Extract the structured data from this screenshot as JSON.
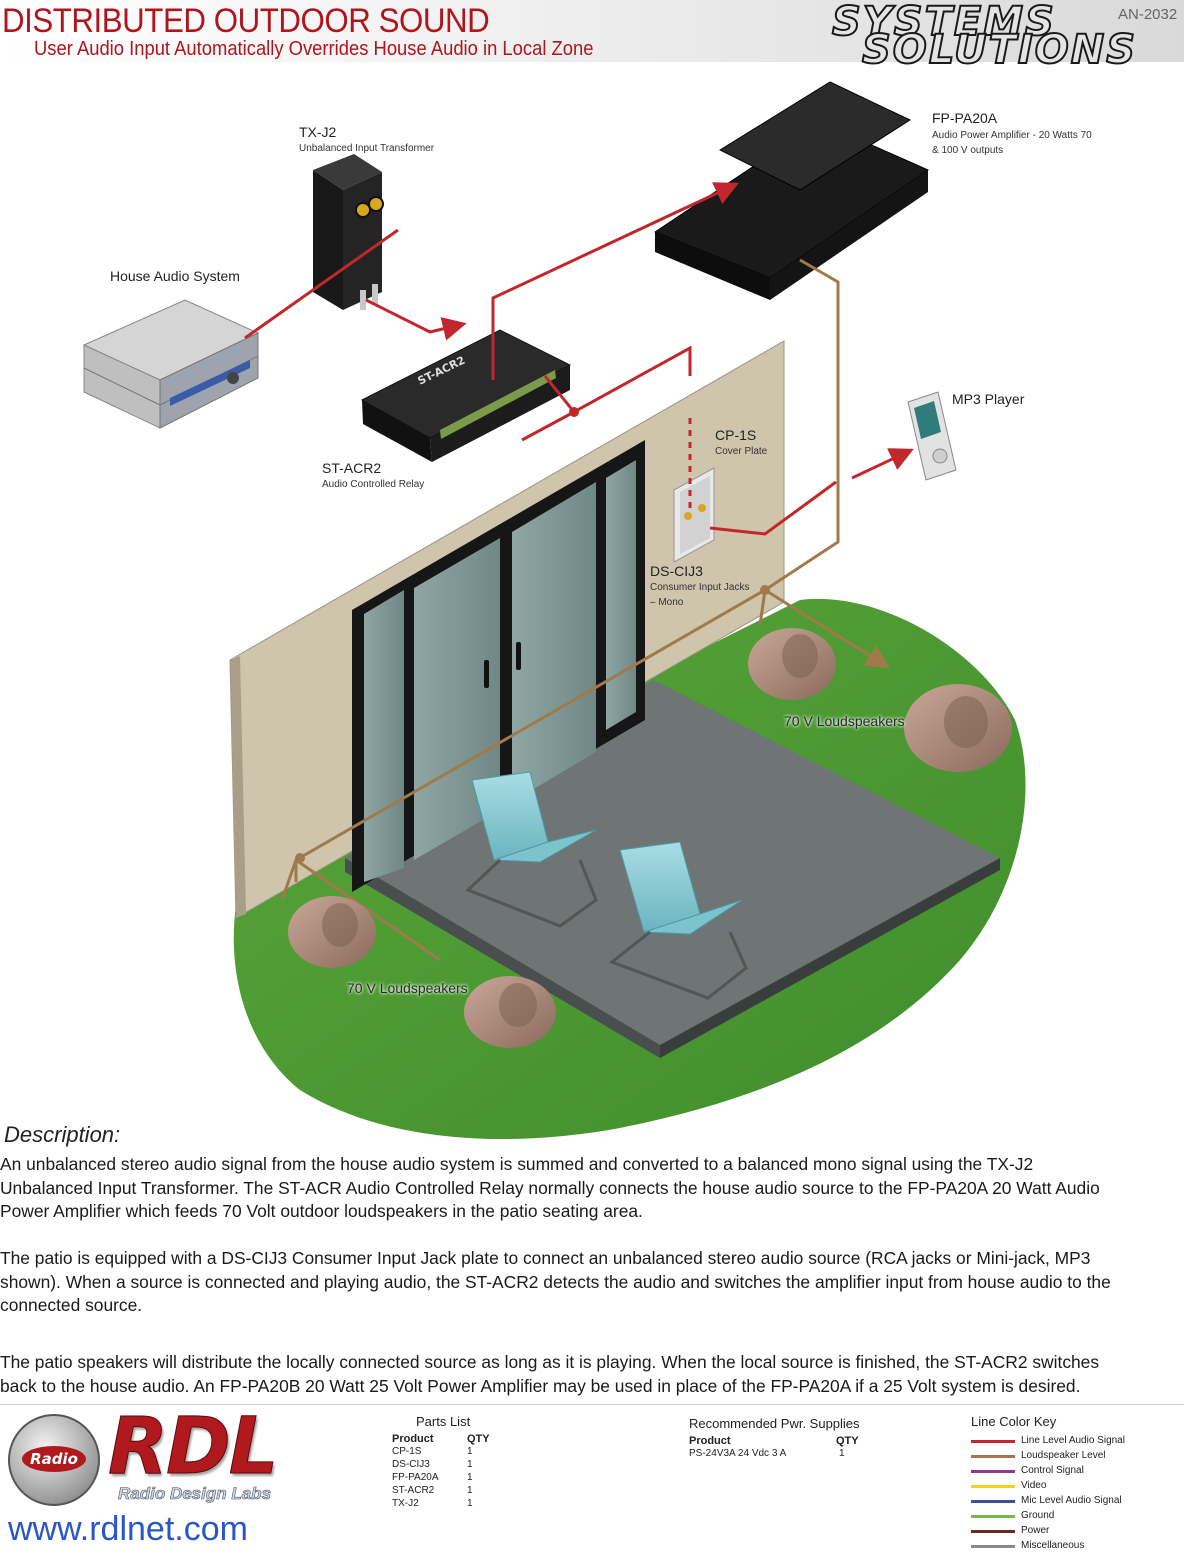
{
  "header": {
    "title": "DISTRIBUTED OUTDOOR SOUND",
    "subtitle": "User Audio Input Automatically Overrides House Audio in Local Zone",
    "doc_number": "AN-2032",
    "brand_line1": "SYSTEMS",
    "brand_line2": "SOLUTIONS"
  },
  "diagram": {
    "tx_j2": {
      "name": "TX-J2",
      "desc": "Unbalanced Input Transformer"
    },
    "fp_pa20a": {
      "name": "FP-PA20A",
      "desc_line1": "Audio Power Amplifier - 20 Watts 70",
      "desc_line2": "& 100 V outputs"
    },
    "house_audio": {
      "name": "House Audio System"
    },
    "st_acr2": {
      "name": "ST-ACR2",
      "desc": "Audio Controlled Relay"
    },
    "mp3": {
      "name": "MP3 Player"
    },
    "cp_1s": {
      "name": "CP-1S",
      "desc": "Cover Plate"
    },
    "ds_cij3": {
      "name": "DS-CIJ3",
      "desc_line1": "Consumer Input Jacks",
      "desc_line2": "– Mono"
    },
    "speakers_right": "70 V Loudspeakers",
    "speakers_left": "70 V Loudspeakers"
  },
  "description": {
    "heading": "Description:",
    "p1_lines": [
      "An unbalanced stereo audio signal from the house audio system is summed and converted to a balanced mono signal using the TX-J2",
      "Unbalanced Input Transformer. The ST-ACR Audio Controlled Relay normally connects the house audio source to the FP-PA20A 20 Watt Audio",
      "Power Amplifier which feeds 70 Volt outdoor loudspeakers in the patio seating area."
    ],
    "p2_lines": [
      "The patio is equipped with a DS-CIJ3 Consumer Input Jack plate to connect an unbalanced stereo audio source (RCA jacks or Mini-jack, MP3",
      "shown). When a source is connected and playing audio, the ST-ACR2 detects the audio and switches the amplifier input from house audio to the",
      "connected source."
    ],
    "p3_lines": [
      "The patio speakers will distribute the locally connected source as long as it is playing.  When the local source is finished, the ST-ACR2 switches",
      "back to the house audio. An FP-PA20B 20 Watt 25 Volt Power Amplifier may be used in place of the FP-PA20A if a 25 Volt system is desired."
    ]
  },
  "parts_list": {
    "title": "Parts List",
    "col_product": "Product",
    "col_qty": "QTY",
    "rows": [
      {
        "product": "CP-1S",
        "qty": "1"
      },
      {
        "product": "DS-CIJ3",
        "qty": "1"
      },
      {
        "product": "FP-PA20A",
        "qty": "1"
      },
      {
        "product": "ST-ACR2",
        "qty": "1"
      },
      {
        "product": "TX-J2",
        "qty": "1"
      }
    ]
  },
  "power_supplies": {
    "title": "Recommended Pwr. Supplies",
    "col_product": "Product",
    "col_qty": "QTY",
    "rows": [
      {
        "product": "PS-24V3A 24 Vdc 3 A",
        "qty": "1"
      }
    ]
  },
  "color_key": {
    "title": "Line Color Key",
    "items": [
      {
        "label": "Line Level Audio Signal",
        "color": "#c1272d"
      },
      {
        "label": "Loudspeaker Level",
        "color": "#a07a4a"
      },
      {
        "label": "Control Signal",
        "color": "#8e3a8e"
      },
      {
        "label": "Video",
        "color": "#f2d21c"
      },
      {
        "label": "Mic Level Audio Signal",
        "color": "#3b4f9a"
      },
      {
        "label": "Ground",
        "color": "#74b94a"
      },
      {
        "label": "Power",
        "color": "#6a2a2a"
      },
      {
        "label": "Miscellaneous",
        "color": "#8a8a8a"
      }
    ]
  },
  "footer": {
    "logo_badge": "Radio",
    "logo_word": "RDL",
    "logo_tagline": "Radio Design Labs",
    "website": "www.rdlnet.com"
  }
}
